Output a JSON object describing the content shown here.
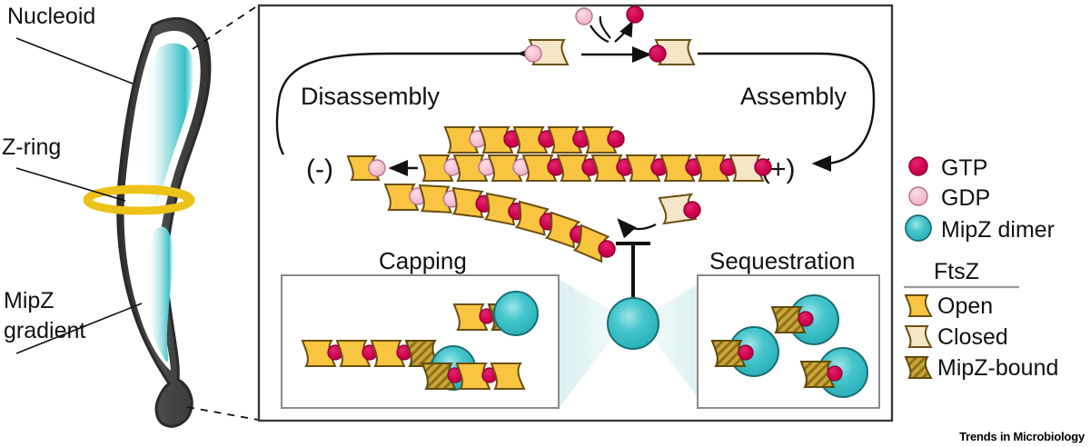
{
  "figure": {
    "credit": "Trends in Microbiology"
  },
  "cell_diagram": {
    "labels": [
      {
        "id": "nucleoid",
        "text": "Nucleoid"
      },
      {
        "id": "z-ring",
        "text": "Z-ring"
      },
      {
        "id": "mipz-gradient-line1",
        "text": "MipZ"
      },
      {
        "id": "mipz-gradient-line2",
        "text": "gradient"
      }
    ],
    "colors": {
      "membrane": "#3f3f3f",
      "cytoplasm": "#ffffff",
      "nucleoid_teal": "#33c0c8",
      "z_ring": "#edc219"
    }
  },
  "main_panel": {
    "cycle": {
      "disassembly_label": "Disassembly",
      "assembly_label": "Assembly",
      "minus_end_label": "(-)",
      "plus_end_label": "(+)",
      "exchange": {
        "released_nucleotide": "GDP",
        "incoming_nucleotide": "GTP",
        "monomer_before": {
          "state": "Closed",
          "nucleotide": "GDP"
        },
        "monomer_after": {
          "state": "Closed",
          "nucleotide": "GTP"
        }
      }
    },
    "released_monomer": {
      "state": "Open",
      "nucleotide": "GDP"
    },
    "protofilaments": [
      {
        "id": "top-protofilament",
        "subunits": [
          {
            "state": "Open",
            "nucleotide": "GDP"
          },
          {
            "state": "Open",
            "nucleotide": "GTP"
          },
          {
            "state": "Open",
            "nucleotide": "GTP"
          },
          {
            "state": "Open",
            "nucleotide": "GTP"
          },
          {
            "state": "Open",
            "nucleotide": "GTP"
          }
        ]
      },
      {
        "id": "middle-protofilament",
        "subunits": [
          {
            "state": "Open",
            "nucleotide": "GDP"
          },
          {
            "state": "Open",
            "nucleotide": "GDP"
          },
          {
            "state": "Open",
            "nucleotide": "GDP"
          },
          {
            "state": "Open",
            "nucleotide": "GTP"
          },
          {
            "state": "Open",
            "nucleotide": "GTP"
          },
          {
            "state": "Open",
            "nucleotide": "GTP"
          },
          {
            "state": "Open",
            "nucleotide": "GTP"
          },
          {
            "state": "Open",
            "nucleotide": "GTP"
          },
          {
            "state": "Open",
            "nucleotide": "GTP"
          },
          {
            "state": "Closed",
            "nucleotide": "GTP"
          }
        ]
      },
      {
        "id": "curved-protofilament",
        "subunits": [
          {
            "state": "Open",
            "nucleotide": "GDP"
          },
          {
            "state": "Open",
            "nucleotide": "GDP"
          },
          {
            "state": "Open",
            "nucleotide": "GTP"
          },
          {
            "state": "Open",
            "nucleotide": "GTP"
          },
          {
            "state": "Open",
            "nucleotide": "GTP"
          },
          {
            "state": "Open",
            "nucleotide": "GTP"
          },
          {
            "state": "Open",
            "nucleotide": "GTP"
          }
        ]
      }
    ],
    "incoming_monomer": {
      "state": "Closed",
      "nucleotide": "GTP"
    },
    "mipz": {
      "inhibition_symbol": "T-bar",
      "central_dimer_label": "MipZ dimer"
    },
    "boxes": [
      {
        "id": "capping-box",
        "title": "Capping",
        "filaments": [
          {
            "id": "capping-short-filament",
            "subunits": [
              {
                "state": "Open",
                "nucleotide": "GTP"
              },
              {
                "state": "MipZ-bound",
                "nucleotide": "GTP"
              }
            ],
            "mipz_dimers": 1
          },
          {
            "id": "capping-long-filament",
            "subunits": [
              {
                "state": "Open",
                "nucleotide": "GTP"
              },
              {
                "state": "Open",
                "nucleotide": "GTP"
              },
              {
                "state": "Open",
                "nucleotide": "GTP"
              },
              {
                "state": "MipZ-bound",
                "nucleotide": "GTP"
              }
            ],
            "mipz_dimers": 1
          },
          {
            "id": "capping-lower-filament",
            "subunits": [
              {
                "state": "MipZ-bound",
                "nucleotide": "GTP"
              },
              {
                "state": "Open",
                "nucleotide": "GTP"
              },
              {
                "state": "Open",
                "nucleotide": "GTP"
              }
            ],
            "mipz_dimers": 0
          }
        ]
      },
      {
        "id": "sequestration-box",
        "title": "Sequestration",
        "monomers": [
          {
            "state": "MipZ-bound",
            "nucleotide": "GTP",
            "mipz_dimers": 1
          },
          {
            "state": "MipZ-bound",
            "nucleotide": "GTP",
            "mipz_dimers": 1
          },
          {
            "state": "MipZ-bound",
            "nucleotide": "GTP",
            "mipz_dimers": 1
          }
        ]
      }
    ]
  },
  "legend": {
    "items": [
      {
        "id": "gtp",
        "symbol": "circle",
        "label": "GTP",
        "color": "#d0004f"
      },
      {
        "id": "gdp",
        "symbol": "circle",
        "label": "GDP",
        "color": "#f5bed0"
      },
      {
        "id": "mipz-dimer",
        "symbol": "sphere",
        "label": "MipZ dimer",
        "color": "#2eb8c0"
      }
    ],
    "group": {
      "title": "FtsZ",
      "items": [
        {
          "id": "ftsz-open",
          "symbol": "subunit",
          "label": "Open",
          "color": "#f9c440"
        },
        {
          "id": "ftsz-closed",
          "symbol": "subunit",
          "label": "Closed",
          "color": "#f4e6c6"
        },
        {
          "id": "ftsz-mipz-bound",
          "symbol": "subunit-hatched",
          "label": "MipZ-bound",
          "color": "#b08a1e"
        }
      ]
    }
  }
}
